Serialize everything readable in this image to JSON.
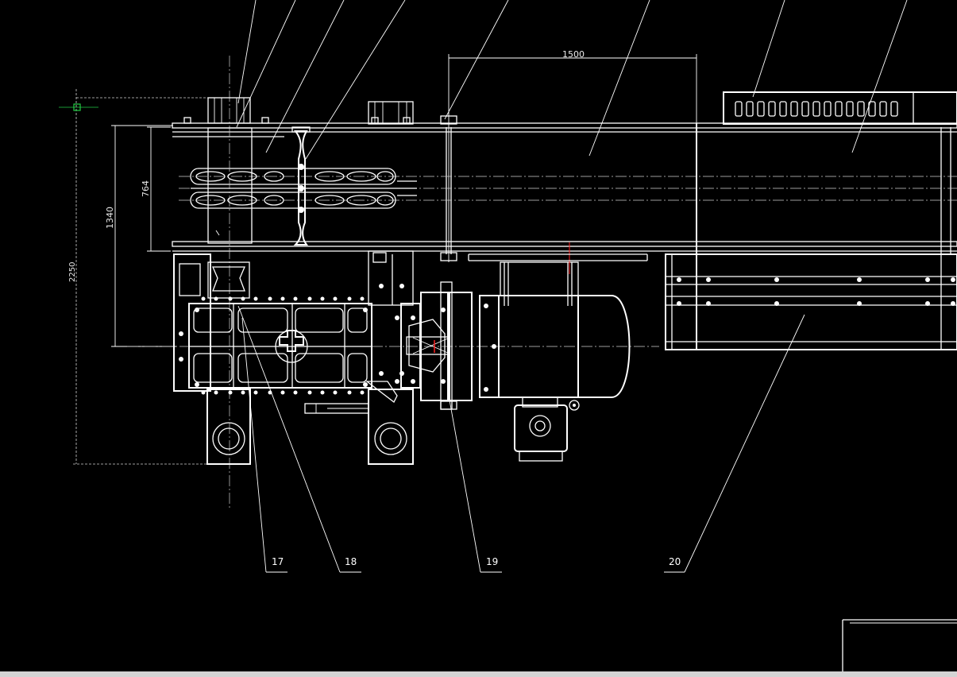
{
  "drawing": {
    "dimensions": {
      "length_top": "1500",
      "height_inner": "764",
      "height_outer": "1340",
      "height_total": "2250"
    },
    "part_labels": [
      "17",
      "18",
      "19",
      "20"
    ],
    "colors": {
      "background": "#000000",
      "linework": "#ffffff",
      "snap_marker": "#22cc44",
      "center_mark": "#ff2020"
    }
  }
}
